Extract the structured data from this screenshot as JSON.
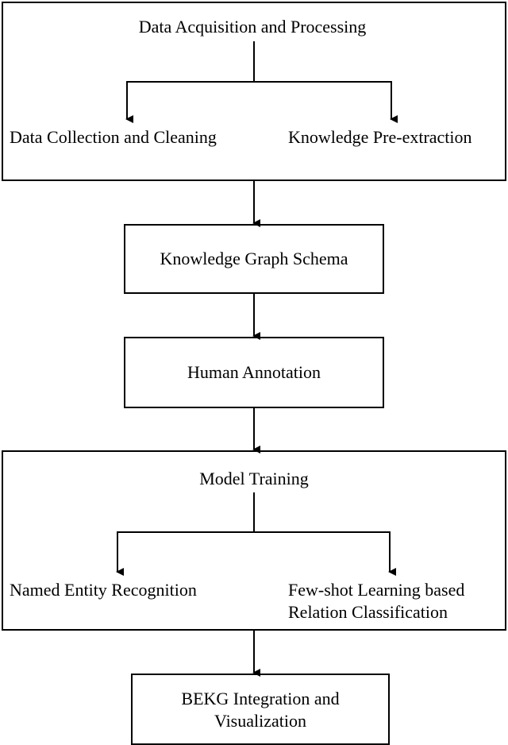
{
  "stages": {
    "acquisition": {
      "title": "Data Acquisition and Processing",
      "left": "Data Collection and Cleaning",
      "right": "Knowledge Pre-extraction"
    },
    "schema": {
      "title": "Knowledge Graph Schema"
    },
    "annotation": {
      "title": "Human Annotation"
    },
    "training": {
      "title": "Model Training",
      "left": "Named Entity Recognition",
      "right_line1": "Few-shot Learning based",
      "right_line2": "Relation Classification"
    },
    "integration": {
      "line1": "BEKG Integration and",
      "line2": "Visualization"
    }
  }
}
